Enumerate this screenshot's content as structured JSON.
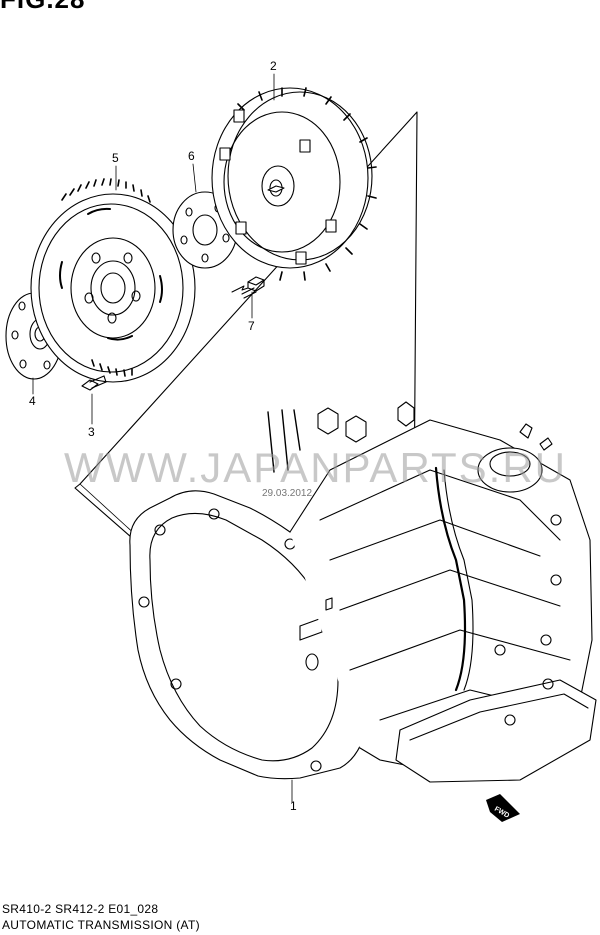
{
  "figure": {
    "title": "FIG.28"
  },
  "callouts": [
    {
      "id": "1",
      "label": "1"
    },
    {
      "id": "2",
      "label": "2"
    },
    {
      "id": "3",
      "label": "3"
    },
    {
      "id": "4",
      "label": "4"
    },
    {
      "id": "5",
      "label": "5"
    },
    {
      "id": "6",
      "label": "6"
    },
    {
      "id": "7",
      "label": "7"
    }
  ],
  "watermark": {
    "text": "WWW.JAPANPARTS.RU",
    "date": "29.03.2012"
  },
  "direction_marker": {
    "label": "FWD"
  },
  "footer": {
    "model_code": "SR410-2 SR412-2 E01_028",
    "caption": "AUTOMATIC  TRANSMISSION (AT)"
  }
}
